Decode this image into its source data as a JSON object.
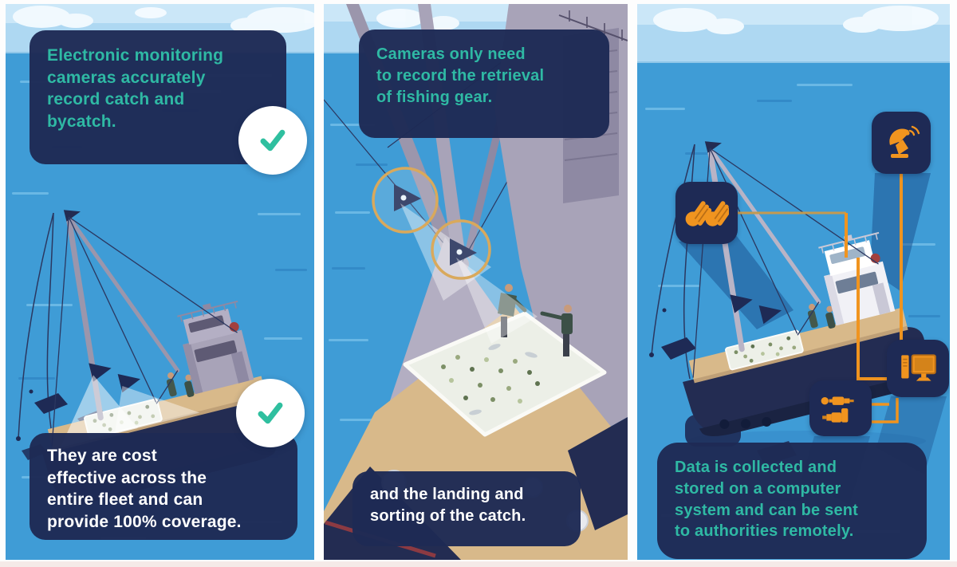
{
  "infographic": {
    "panel_left": {
      "top_box_lines": [
        "Electronic monitoring",
        "cameras accurately",
        "record catch and",
        "bycatch."
      ],
      "bottom_box_lines": [
        "They are cost",
        "effective across the",
        "entire fleet and can",
        "provide 100% coverage."
      ],
      "icons": [
        {
          "name": "checkmark-icon"
        },
        {
          "name": "checkmark-icon"
        }
      ]
    },
    "panel_middle": {
      "top_box_lines": [
        "Cameras only need",
        "to record the retrieval",
        "of fishing gear."
      ],
      "bottom_box_lines": [
        "and the landing and",
        "sorting of the catch."
      ],
      "highlights": [
        {
          "name": "camera-highlight-ring"
        },
        {
          "name": "camera-highlight-ring"
        }
      ]
    },
    "panel_right": {
      "bottom_box_lines": [
        "Data is collected and",
        "stored on a computer",
        "system and can be sent",
        "to authorities remotely."
      ],
      "icons": [
        {
          "name": "fish-catch-icon"
        },
        {
          "name": "satellite-dish-icon"
        },
        {
          "name": "computer-monitor-icon"
        },
        {
          "name": "cable-connectors-icon"
        }
      ]
    },
    "colors": {
      "box_navy": "#1E2A55",
      "teal_text": "#2FB9A4",
      "white_text": "#FFFFFF",
      "check_teal": "#2FBF9F",
      "icon_orange": "#F0941F",
      "cable_orange": "#F0941F",
      "cable_tan": "#C49A4F",
      "ring_gold": "#D9A95C",
      "sea_blue": "#3F9CD6",
      "sky_blue": "#AED8F2",
      "hull_navy": "#232C52",
      "deck_tan": "#D8B98A",
      "superstructure_gray": "#A8A3B8"
    }
  }
}
